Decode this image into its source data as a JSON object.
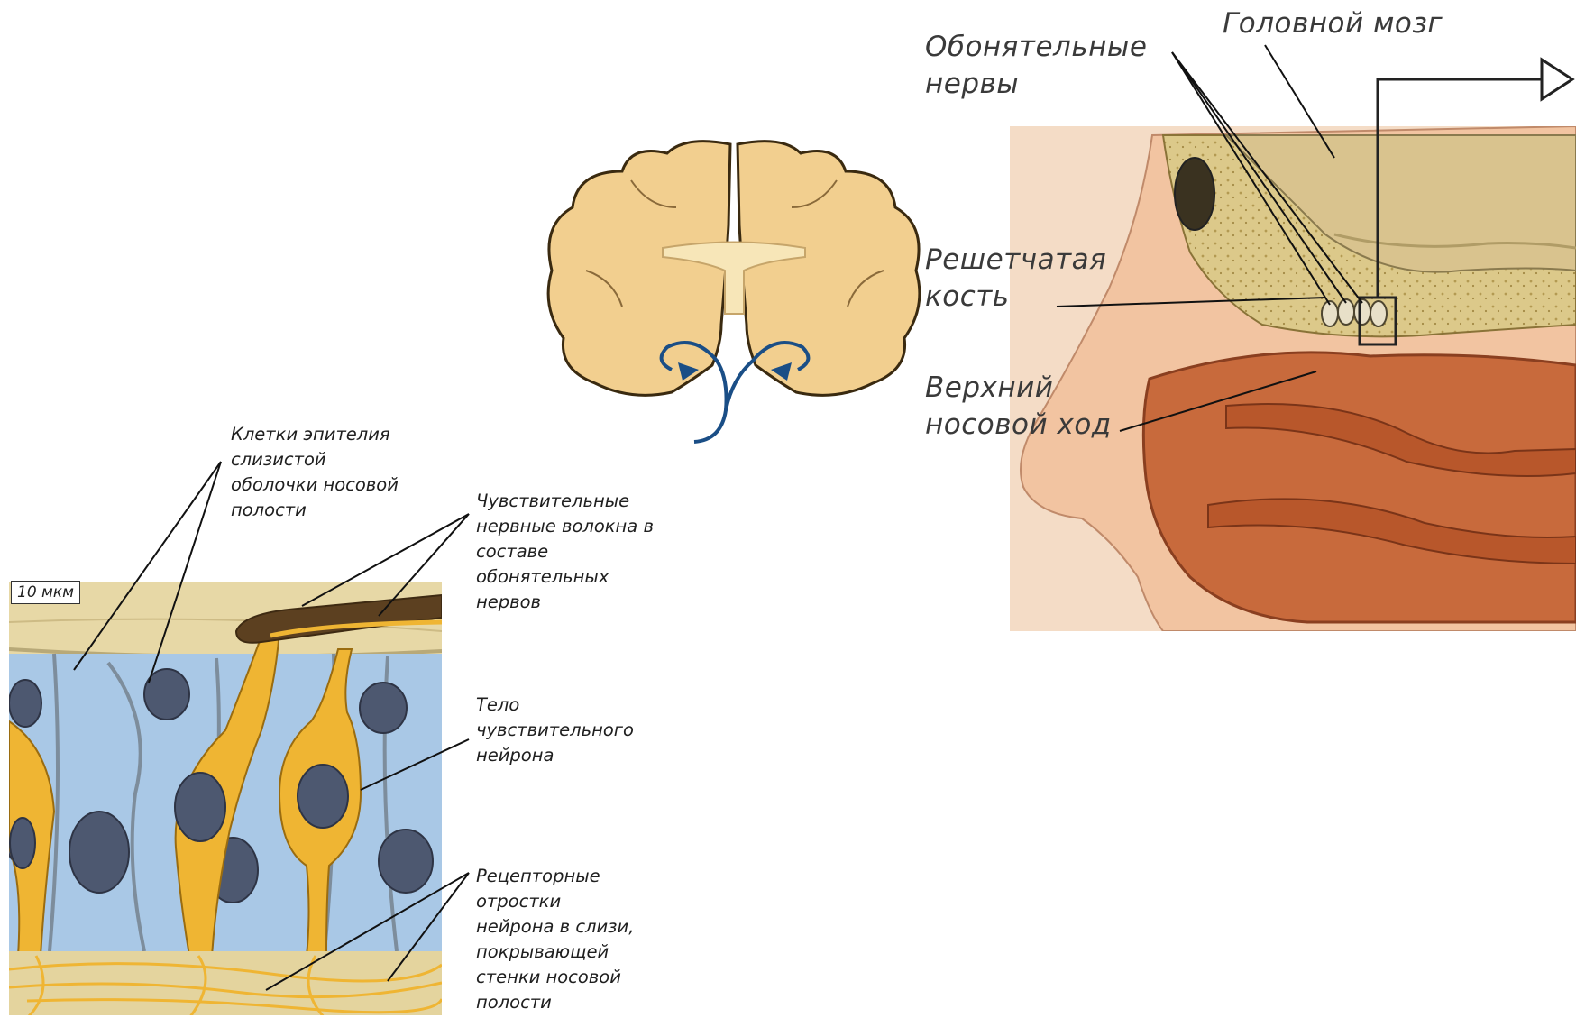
{
  "labels": {
    "epithelium": [
      "Клетки эпителия",
      "слизистой",
      "оболочки носовой",
      "полости"
    ],
    "sensory_fibers": [
      "Чувствительные",
      "нервные волокна в",
      "составе",
      "обонятельных",
      "нервов"
    ],
    "neuron_body": [
      "Тело",
      "чувствительного",
      "нейрона"
    ],
    "receptor_processes": [
      "Рецепторные",
      "отростки",
      "нейрона в слизи,",
      "покрывающей",
      "стенки носовой",
      "полости"
    ],
    "olfactory_nerves": [
      "Обонятельные",
      "нервы"
    ],
    "brain": [
      "Головной мозг"
    ],
    "ethmoid_bone": [
      "Решетчатая",
      "кость"
    ],
    "upper_meatus": [
      "Верхний",
      "носовой ход"
    ]
  },
  "scale_bar": "10 мкм",
  "colors": {
    "cytoplasm_blue": "#a9c8e6",
    "neuron_yellow": "#efb533",
    "mucus_tan": "#e7d8a6",
    "brain_beige": "#f2cf8f",
    "arrow_blue": "#1a4e86",
    "nose_skin": "#f2c4a1",
    "nasal_cavity": "#c86a3c"
  }
}
